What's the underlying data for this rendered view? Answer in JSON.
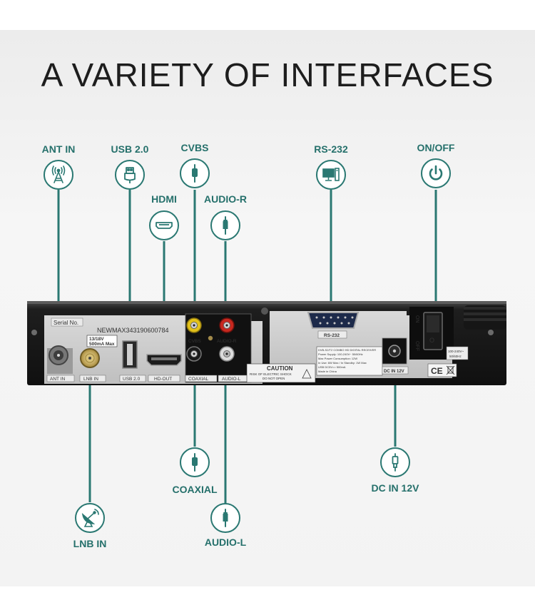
{
  "title": "A VARIETY OF INTERFACES",
  "callouts": {
    "ant_in": "ANT IN",
    "usb": "USB 2.0",
    "cvbs": "CVBS",
    "hdmi": "HDMI",
    "audio_r": "AUDIO-R",
    "rs232": "RS-232",
    "onoff": "ON/OFF",
    "coaxial": "COAXIAL",
    "audio_l": "AUDIO-L",
    "lnb_in": "LNB IN",
    "dc_in": "DC IN 12V"
  },
  "device": {
    "serial_label": "Serial No.",
    "serial_number": "NEWMAX343190600784",
    "lnb_rating_1": "13/18V",
    "lnb_rating_2": "500mA Max",
    "port_ant_in": "ANT IN",
    "port_lnb_in": "LNB IN",
    "port_usb": "USB 2.0",
    "port_hdout": "HD-OUT",
    "port_cvbs": "CVBS",
    "port_audio_r": "AUDIO-R",
    "port_coaxial": "COAXIAL",
    "port_audio_l": "AUDIO-L",
    "port_rs232": "RS-232",
    "caution": "CAUTION",
    "caution_sub1": "RISK OF ELECTRIC SHOCK",
    "caution_sub2": "DO NOT OPEN",
    "spec_1": "DVB-S2/T2 COMBO HD DIGITAL RECEIVER",
    "spec_2": "Power Supply: 100-240V~ 50/60Hz",
    "spec_3": "Max Power Consumption: 12W",
    "spec_4": "In Use: 6W Max / In Standby: 1W Max",
    "spec_5": "USB DC5V== 500mA",
    "spec_6": "Made in China",
    "port_dc_in": "DC IN 12V",
    "switch_on": "ON",
    "switch_off": "OFF",
    "voltage_1": "100-240V~",
    "voltage_2": "50/60Hz",
    "ce_mark": "CE"
  }
}
